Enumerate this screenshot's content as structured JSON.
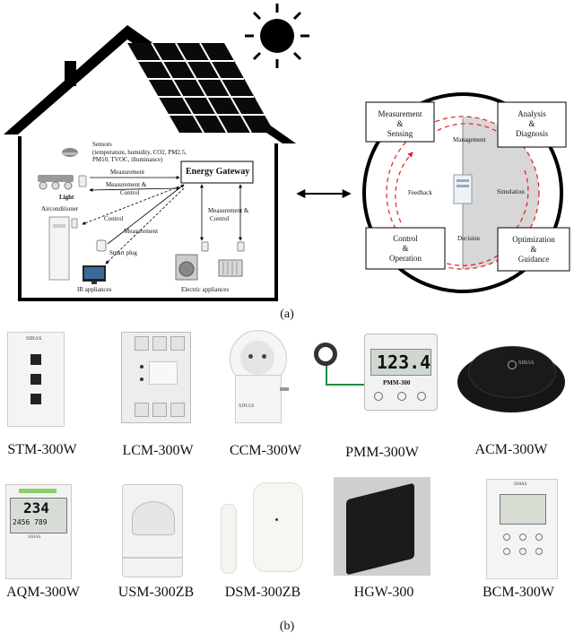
{
  "panel_a": {
    "caption": "(a)",
    "sensors_label": "Sensors",
    "sensors_detail_1": "(temperature, humidity, CO2, PM2.5,",
    "sensors_detail_2": "PM10, TVOC, illuminance)",
    "gateway": "Energy Gateway",
    "measurement_1": "Measurement",
    "measurement_control_1": "Measurement &",
    "measurement_control_1b": "Control",
    "light": "Light",
    "air_conditioner": "Airconditioner",
    "control": "Control",
    "measurement_2": "Measurement",
    "smart_plug": "Smart plug",
    "ir_appliances": "IR appliances",
    "measurement_control_2": "Measurement &",
    "measurement_control_2b": "Control",
    "electric_appliances": "Electric appliances",
    "cycle": {
      "measurement": "Measurement",
      "amp1": "&",
      "sensing": "Sensing",
      "analysis": "Analysis",
      "amp2": "&",
      "diagnosis": "Diagnosis",
      "control": "Control",
      "amp3": "&",
      "operation": "Operation",
      "optimization": "Optimization",
      "amp4": "&",
      "guidance": "Guidance",
      "management": "Management",
      "feedback": "Feedback",
      "simulation": "Simulation",
      "decision": "Decision"
    }
  },
  "panel_b": {
    "caption": "(b)",
    "devices": [
      "STM-300W",
      "LCM-300W",
      "CCM-300W",
      "PMM-300W",
      "ACM-300W",
      "AQM-300W",
      "USM-300ZB",
      "DSM-300ZB",
      "HGW-300",
      "BCM-300W"
    ],
    "brand": "SIHAS",
    "pmm_display": "123.4",
    "pmm_model": "PMM-300",
    "aqm_display_1": "234",
    "aqm_display_2": "2456 789"
  },
  "colors": {
    "solar_panel": "#0a0a0a",
    "device_white": "#f2f2f2",
    "hub_black": "#161616",
    "cycle_arrow": "#e0201b",
    "cycle_shade": "#d7d7d7"
  }
}
